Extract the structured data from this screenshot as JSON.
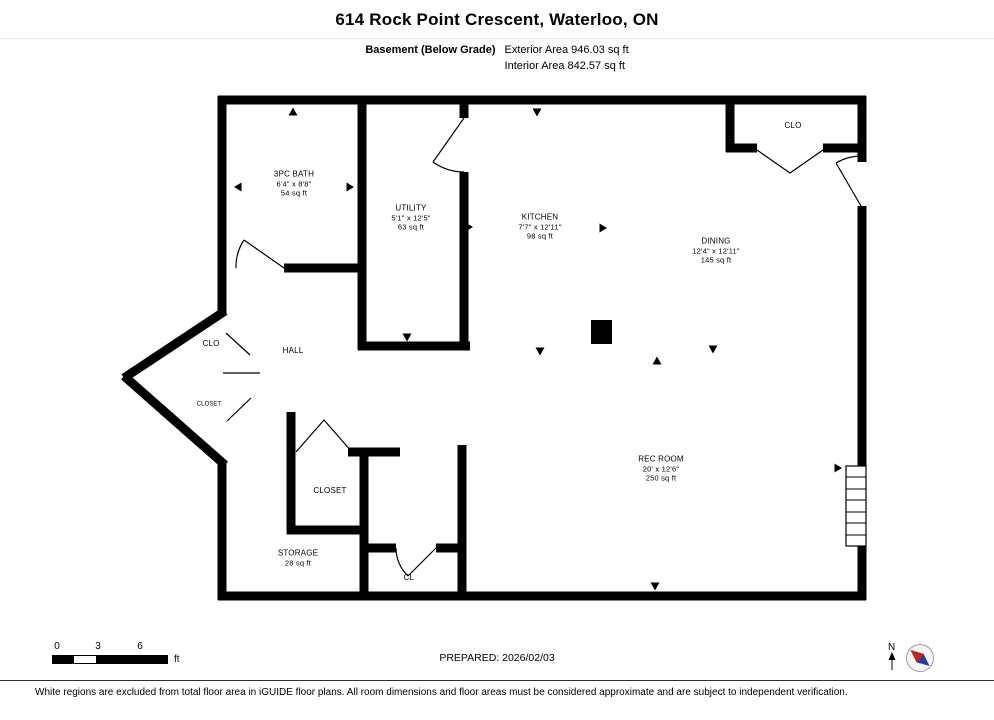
{
  "header": {
    "title": "614 Rock Point Crescent, Waterloo, ON",
    "level_label": "Basement (Below Grade)",
    "exterior_area": "Exterior Area 946.03 sq ft",
    "interior_area": "Interior Area 842.57 sq ft"
  },
  "rooms": {
    "bath": {
      "name": "3PC BATH",
      "dims": "6'4\" x 8'8\"",
      "area": "54 sq ft"
    },
    "utility": {
      "name": "UTILITY",
      "dims": "5'1\" x 12'5\"",
      "area": "63 sq ft"
    },
    "kitchen": {
      "name": "KITCHEN",
      "dims": "7'7\" x 12'11\"",
      "area": "98 sq ft"
    },
    "dining": {
      "name": "DINING",
      "dims": "12'4\" x 12'11\"",
      "area": "145 sq ft"
    },
    "rec_room": {
      "name": "REC ROOM",
      "dims": "20' x 12'6\"",
      "area": "250 sq ft"
    },
    "storage": {
      "name": "STORAGE",
      "area": "28 sq ft"
    },
    "hall": {
      "name": "HALL"
    },
    "clo_top_right": {
      "name": "CLO"
    },
    "clo_bay": {
      "name": "CLO"
    },
    "closet_bay": {
      "name": "CLOSET"
    },
    "closet_mid": {
      "name": "CLOSET"
    },
    "cl": {
      "name": "CL"
    }
  },
  "footer": {
    "scale": {
      "start": "0",
      "mid": "3",
      "end": "6",
      "unit": "ft"
    },
    "prepared": "PREPARED: 2026/02/03",
    "compass_label": "N",
    "disclaimer": "White regions are excluded from total floor area in iGUIDE floor plans. All room dimensions and floor areas must be considered approximate and are subject to independent verification."
  }
}
